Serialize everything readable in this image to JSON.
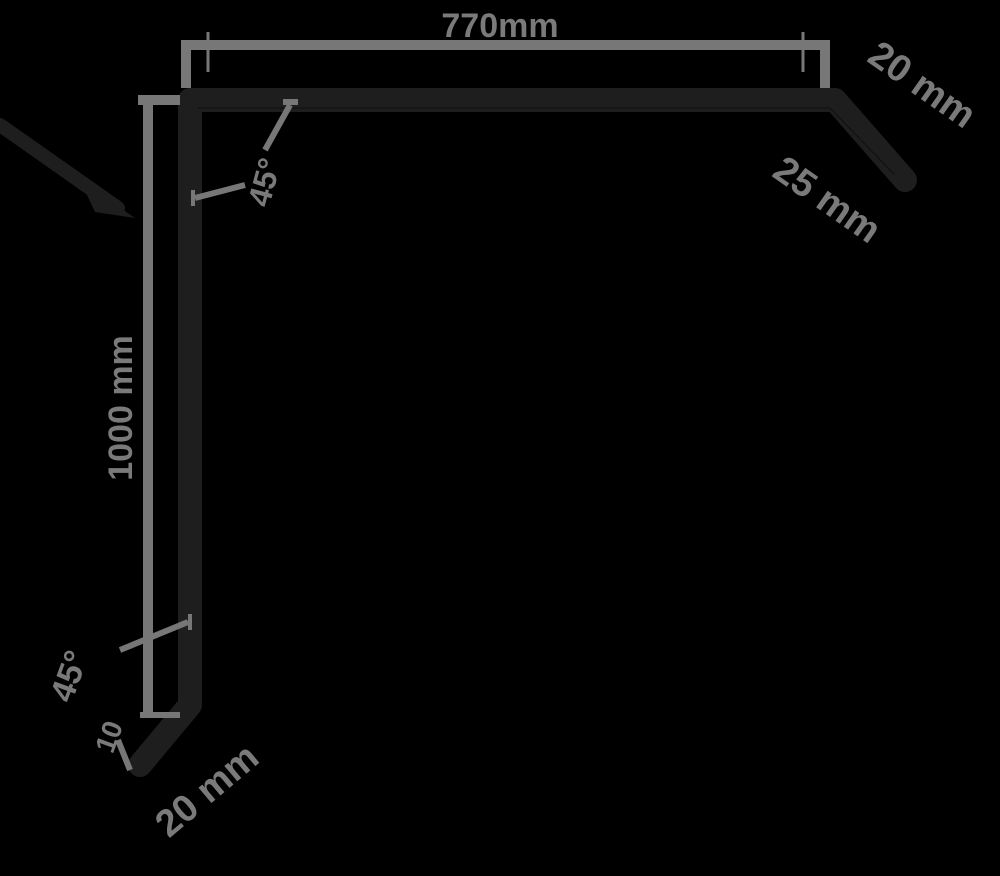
{
  "diagram": {
    "type": "bent-profile-dimension-drawing",
    "colors": {
      "background": "#000000",
      "profile": "#1e1e1e",
      "dimension": "#777777"
    },
    "profile": {
      "segments": [
        "top-right-flange",
        "top-leg",
        "left-leg",
        "bottom-left-flange"
      ]
    },
    "dimensions": {
      "top_length": "770mm",
      "left_length": "1000 mm",
      "top_right_flange": "20 mm",
      "top_right_flange_b": "25 mm",
      "top_corner_angle": "45°",
      "bottom_angle": "45°",
      "bottom_flange": "20 mm",
      "bottom_offset": "10"
    },
    "annotations": {
      "pointer_arrow": "pointer-arrow"
    }
  }
}
